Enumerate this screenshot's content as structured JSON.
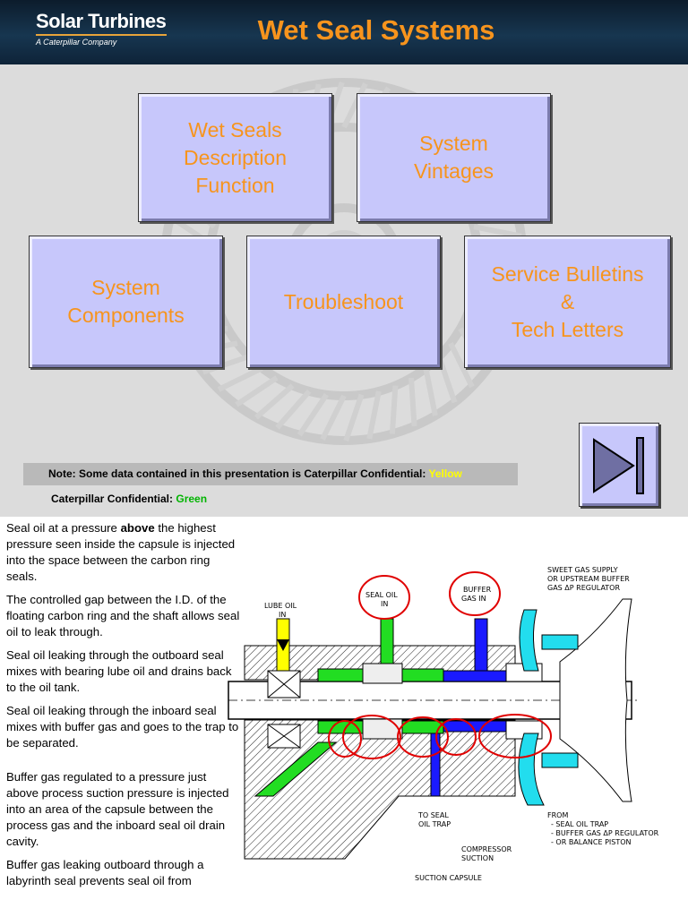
{
  "header": {
    "logo_name": "Solar Turbines",
    "logo_sub": "A Caterpillar Company",
    "title": "Wet Seal Systems"
  },
  "menu": {
    "wet_seals": "Wet Seals\nDescription\nFunction",
    "system_vintages": "System\nVintages",
    "system_components": "System\nComponents",
    "troubleshoot": "Troubleshoot",
    "service_bulletins": "Service Bulletins\n&\nTech Letters"
  },
  "note": {
    "text": "Note: Some data contained in this presentation is Caterpillar Confidential: ",
    "highlight": "Yellow"
  },
  "confidential": {
    "text": "Caterpillar Confidential: ",
    "highlight": "Green"
  },
  "navigation": {
    "next_icon": "skip-forward-icon"
  },
  "colors": {
    "accent": "#f7941d",
    "button": "#c7c7fb",
    "header": "#173650"
  },
  "document": {
    "p1_a": "Seal oil at a pressure ",
    "p1_b": "above",
    "p1_c": " the highest pressure seen inside the capsule is injected into the space between the carbon ring seals.",
    "p2": "The controlled gap between the I.D. of the floating carbon ring and the shaft allows seal oil to leak through.",
    "p3": "Seal oil leaking through the outboard seal mixes with bearing lube oil and drains back to the oil tank.",
    "p4": "Seal oil leaking through the inboard seal mixes with buffer gas and goes to the trap to be separated.",
    "p5": "Buffer gas regulated to a pressure just above process suction pressure is injected into an area of the capsule between the process gas and the inboard seal oil drain cavity.",
    "p6": "Buffer gas leaking outboard through a labyrinth seal prevents seal oil from"
  },
  "diagram": {
    "sweet_gas_1": "SWEET GAS SUPPLY",
    "sweet_gas_2": "OR UPSTREAM BUFFER",
    "sweet_gas_3": "GAS ΔP REGULATOR",
    "lube_oil_1": "LUBE OIL",
    "lube_oil_2": "IN",
    "seal_oil_1": "SEAL OIL",
    "seal_oil_2": "IN",
    "buffer_1": "BUFFER",
    "buffer_2": "GAS IN",
    "trap_1": "TO SEAL",
    "trap_2": "OIL TRAP",
    "from_1": "FROM",
    "from_2": "- SEAL OIL TRAP",
    "from_3": "- BUFFER GAS ΔP REGULATOR",
    "from_4": "- OR BALANCE PISTON",
    "compressor_1": "COMPRESSOR",
    "compressor_2": "SUCTION",
    "capsule": "SUCTION CAPSULE"
  }
}
